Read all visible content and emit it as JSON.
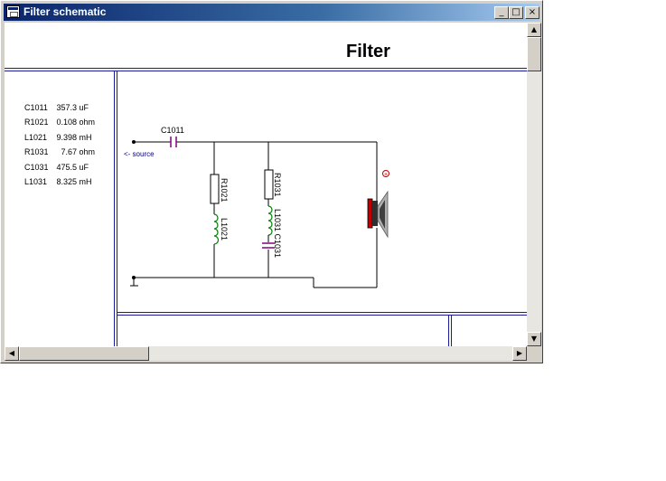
{
  "window": {
    "title": "Filter schematic",
    "buttons": {
      "minimize": "_",
      "maximize": "□",
      "close": "×"
    }
  },
  "document": {
    "title": "Filter"
  },
  "parameters": [
    {
      "name": "C1011",
      "value": "357.3 uF"
    },
    {
      "name": "R1021",
      "value": "0.108 ohm"
    },
    {
      "name": "L1021",
      "value": "9.398 mH"
    },
    {
      "name": "R1031",
      "value": "  7.67 ohm"
    },
    {
      "name": "C1031",
      "value": "475.5 uF"
    },
    {
      "name": "L1031",
      "value": "8.325 mH"
    }
  ],
  "schematic": {
    "labels": {
      "c1011": "C1011",
      "source": "<- source",
      "r1021": "R1021",
      "l1021": "L1021",
      "r1031": "R1031",
      "l1031_c1031": "L1031 C1031",
      "plus": "+"
    },
    "colors": {
      "wire": "#000000",
      "capacitor": "#800080",
      "frame": "#1a1a9a",
      "source_label": "#000080"
    }
  },
  "scrollbars": {
    "up": "▲",
    "down": "▼",
    "left": "◀",
    "right": "▶"
  }
}
